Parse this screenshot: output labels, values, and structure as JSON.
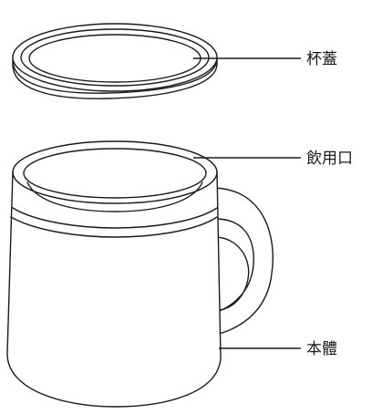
{
  "diagram": {
    "labels": {
      "lid": "杯蓋",
      "mouth": "飲用口",
      "body": "本體"
    }
  }
}
